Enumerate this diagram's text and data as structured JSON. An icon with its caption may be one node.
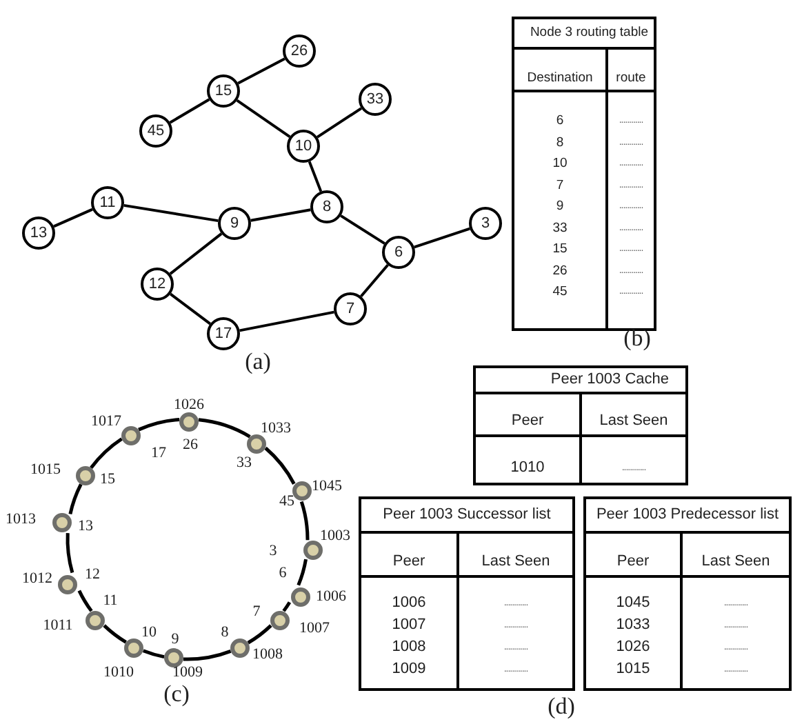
{
  "diagram": {
    "nodes": [
      {
        "text": [
          "26"
        ]
      },
      {
        "text": [
          "15"
        ]
      },
      {
        "text": [
          "33"
        ]
      },
      {
        "text": [
          "45"
        ]
      },
      {
        "text": [
          "10"
        ]
      },
      {
        "text": [
          "11"
        ]
      },
      {
        "text": [
          "8"
        ]
      },
      {
        "text": [
          "9"
        ]
      },
      {
        "text": [
          "3"
        ]
      },
      {
        "text": [
          "13"
        ]
      },
      {
        "text": [
          "6"
        ]
      },
      {
        "text": [
          "12"
        ]
      },
      {
        "text": [
          "7"
        ]
      },
      {
        "text": [
          "17"
        ]
      },
      {
        "text": [],
        "shape": "circle",
        "beside": [
          "1026",
          "26"
        ]
      },
      {
        "text": [],
        "shape": "circle",
        "beside": [
          "1033",
          "33"
        ]
      },
      {
        "text": [],
        "shape": "circle",
        "beside": [
          "1045",
          "45"
        ]
      },
      {
        "text": [],
        "shape": "circle",
        "beside": [
          "1003",
          "3"
        ]
      },
      {
        "text": [],
        "shape": "circle",
        "beside": [
          "1006",
          "6"
        ]
      },
      {
        "text": [],
        "shape": "circle",
        "beside": [
          "1007",
          "7"
        ]
      },
      {
        "text": [],
        "shape": "circle",
        "beside": [
          "1008",
          "8"
        ]
      },
      {
        "text": [],
        "shape": "circle",
        "beside": [
          "1009",
          "9"
        ]
      },
      {
        "text": [],
        "shape": "circle",
        "beside": [
          "1010",
          "10"
        ]
      },
      {
        "text": [],
        "shape": "circle",
        "beside": [
          "1011",
          "11"
        ]
      },
      {
        "text": [],
        "shape": "circle",
        "beside": [
          "1012",
          "12"
        ]
      },
      {
        "text": [],
        "shape": "circle",
        "beside": [
          "1013",
          "13"
        ]
      },
      {
        "text": [],
        "shape": "circle",
        "beside": [
          "1015",
          "15"
        ]
      },
      {
        "text": [],
        "shape": "circle",
        "beside": [
          "1017",
          "17"
        ]
      },
      {
        "text": [
          "Node 3 routing table",
          "Destination",
          "route",
          "6",
          "............",
          "8",
          "............",
          "10",
          "............",
          "7",
          "............",
          "9",
          "............",
          "33",
          "............",
          "15",
          "............",
          "26",
          "............",
          "45",
          "............"
        ]
      },
      {
        "text": [
          "Peer 1003 Cache",
          "Peer",
          "Last Seen",
          "1010",
          "............"
        ]
      },
      {
        "text": [
          "Peer 1003 Successor list",
          "Peer",
          "Last Seen",
          "1006",
          "............",
          "1007",
          "............",
          "1008",
          "............",
          "1009",
          "............"
        ]
      },
      {
        "text": [
          "Peer 1003 Predecessor list",
          "Peer",
          "Last Seen",
          "1045",
          "............",
          "1033",
          "............",
          "1026",
          "............",
          "1015",
          "............"
        ]
      }
    ],
    "edges": [
      {
        "from": 1,
        "to": 0,
        "arrow": "none"
      },
      {
        "from": 1,
        "to": 3,
        "arrow": "none"
      },
      {
        "from": 1,
        "to": 4,
        "arrow": "none"
      },
      {
        "from": 4,
        "to": 2,
        "arrow": "none"
      },
      {
        "from": 4,
        "to": 6,
        "arrow": "none"
      },
      {
        "from": 5,
        "to": 9,
        "arrow": "none"
      },
      {
        "from": 5,
        "to": 7,
        "arrow": "none"
      },
      {
        "from": 7,
        "to": 6,
        "arrow": "none"
      },
      {
        "from": 6,
        "to": 10,
        "arrow": "none"
      },
      {
        "from": 10,
        "to": 8,
        "arrow": "none"
      },
      {
        "from": 7,
        "to": 11,
        "arrow": "none"
      },
      {
        "from": 11,
        "to": 13,
        "arrow": "none"
      },
      {
        "from": 13,
        "to": 12,
        "arrow": "none"
      },
      {
        "from": 12,
        "to": 10,
        "arrow": "none"
      },
      {
        "from": 14,
        "to": 15,
        "arrow": "none"
      },
      {
        "from": 15,
        "to": 16,
        "arrow": "none"
      },
      {
        "from": 16,
        "to": 17,
        "arrow": "none"
      },
      {
        "from": 17,
        "to": 18,
        "arrow": "none"
      },
      {
        "from": 18,
        "to": 19,
        "arrow": "none"
      },
      {
        "from": 19,
        "to": 20,
        "arrow": "none"
      },
      {
        "from": 20,
        "to": 21,
        "arrow": "none"
      },
      {
        "from": 21,
        "to": 22,
        "arrow": "none"
      },
      {
        "from": 22,
        "to": 23,
        "arrow": "none"
      },
      {
        "from": 23,
        "to": 24,
        "arrow": "none"
      },
      {
        "from": 24,
        "to": 25,
        "arrow": "none"
      },
      {
        "from": 25,
        "to": 26,
        "arrow": "none"
      },
      {
        "from": 26,
        "to": 27,
        "arrow": "none"
      },
      {
        "from": 27,
        "to": 14,
        "arrow": "none"
      }
    ],
    "labels": [
      "(a)",
      "(b)",
      "(c)",
      "(d)"
    ]
  }
}
